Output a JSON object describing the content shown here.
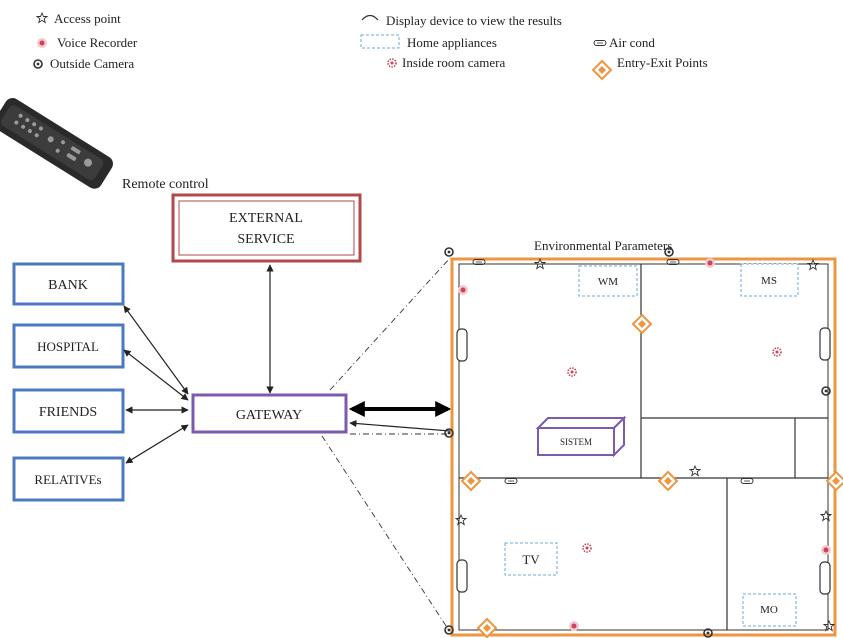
{
  "legend": {
    "access_point": "Access point",
    "voice_recorder": "Voice Recorder",
    "outside_camera": "Outside Camera",
    "display_device": "Display device to view the results",
    "home_appliances": "Home appliances",
    "air_cond": "Air cond",
    "inside_camera": "Inside room camera",
    "entry_exit": "Entry-Exit Points"
  },
  "remote_label": "Remote control",
  "external_service": {
    "line1": "EXTERNAL",
    "line2": "SERVICE"
  },
  "contacts": {
    "bank": "BANK",
    "hospital": "HOSPITAL",
    "friends": "FRIENDS",
    "relatives": "RELATIVEs"
  },
  "gateway": "GATEWAY",
  "env_params": "Environmental Parameters",
  "house": {
    "system_box": "SISTEM",
    "wm": "WM",
    "ms": "MS",
    "tv": "TV",
    "mo": "MO"
  },
  "colors": {
    "blue_box": "#4a78c2",
    "red_box": "#b04a4a",
    "purple_box": "#7b5ab0",
    "orange": "#ee9540",
    "dashed_blue": "#6aa8d8",
    "camera_red": "#c9455a"
  }
}
